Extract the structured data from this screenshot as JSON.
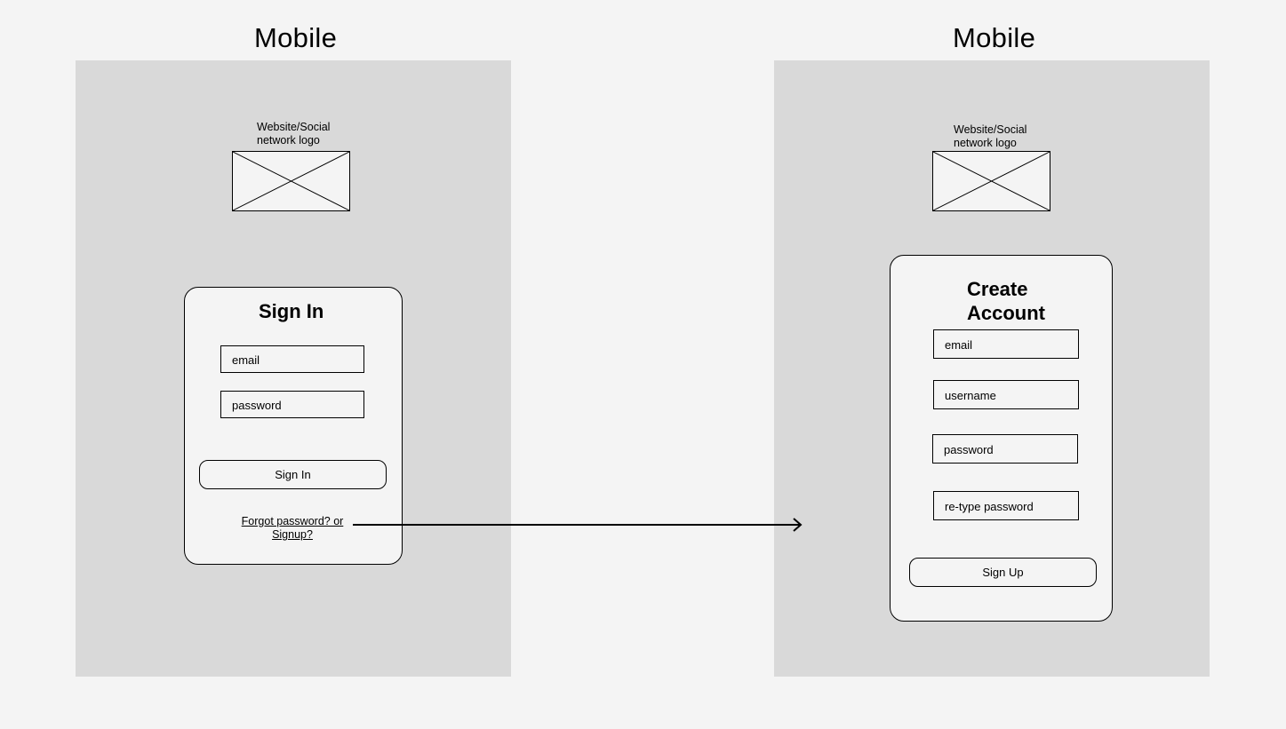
{
  "left_frame": {
    "title": "Mobile",
    "logo_caption": "Website/Social\nnetwork logo",
    "card": {
      "title": "Sign In",
      "email_placeholder": "email",
      "password_placeholder": "password",
      "button_label": "Sign In",
      "link_line1": "Forgot password? or",
      "link_line2": "Signup?"
    }
  },
  "right_frame": {
    "title": "Mobile",
    "logo_caption": "Website/Social\nnetwork logo",
    "card": {
      "title_line1": "Create",
      "title_line2": "Account",
      "email_placeholder": "email",
      "username_placeholder": "username",
      "password_placeholder": "password",
      "retype_placeholder": "re-type password",
      "button_label": "Sign Up"
    }
  },
  "colors": {
    "canvas": "#f4f4f4",
    "frame": "#d9d9d9",
    "stroke": "#000000"
  },
  "icons": {
    "logo_placeholder": "image-placeholder-icon",
    "connector": "arrow-right-icon"
  }
}
